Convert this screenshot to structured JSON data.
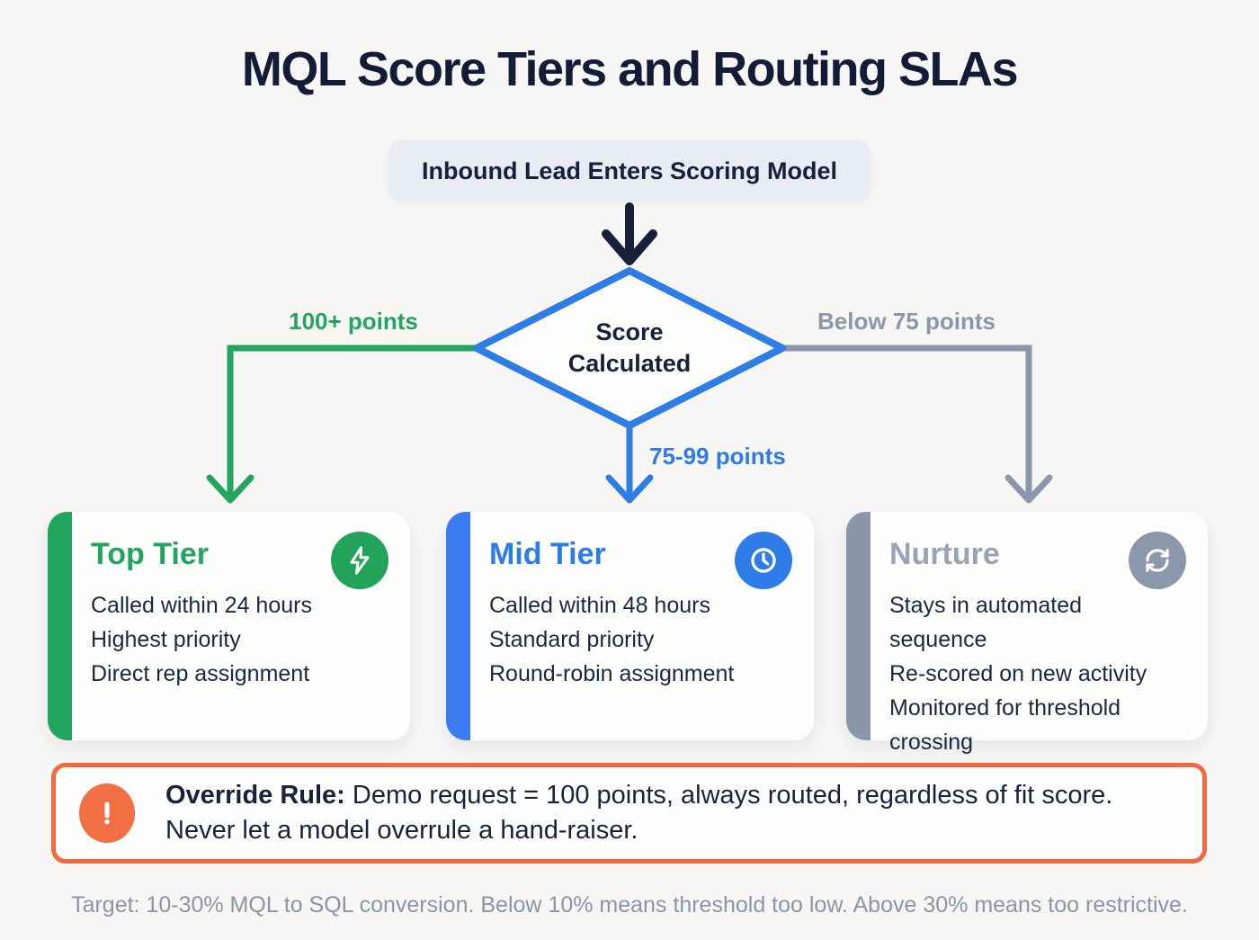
{
  "title": "MQL Score Tiers and Routing SLAs",
  "colors": {
    "green": "#22a55e",
    "blue": "#2e7ce5",
    "gray": "#8b97a9",
    "orange": "#f16a3e",
    "navy": "#16203a",
    "background": "#f7f6f4"
  },
  "flow": {
    "start_label": "Inbound Lead Enters Scoring Model",
    "decision_label": "Score Calculated",
    "branches": {
      "top": {
        "label": "100+ points",
        "color": "#22a55e"
      },
      "mid": {
        "label": "75-99 points",
        "color": "#2e7ce5"
      },
      "nurture": {
        "label": "Below 75 points",
        "color": "#8b97a9"
      }
    }
  },
  "tiers": [
    {
      "name": "Top Tier",
      "icon": "lightning-icon",
      "color": "#22a55e",
      "lines": [
        "Called within 24 hours",
        "Highest priority",
        "Direct rep assignment"
      ]
    },
    {
      "name": "Mid Tier",
      "icon": "clock-icon",
      "color": "#2e7ce5",
      "lines": [
        "Called within 48 hours",
        "Standard priority",
        "Round-robin assignment"
      ]
    },
    {
      "name": "Nurture",
      "icon": "refresh-icon",
      "color": "#8b97a9",
      "lines": [
        "Stays in automated sequence",
        "Re-scored on new activity",
        "Monitored for threshold crossing"
      ]
    }
  ],
  "override": {
    "icon": "alert-icon",
    "border_color": "#f16a3e",
    "label": "Override Rule:",
    "text": "Demo request = 100 points, always routed, regardless of fit score.",
    "text2": "Never let a model overrule a hand-raiser."
  },
  "footer": "Target: 10-30% MQL to SQL conversion. Below 10% means threshold too low. Above 30% means too restrictive."
}
